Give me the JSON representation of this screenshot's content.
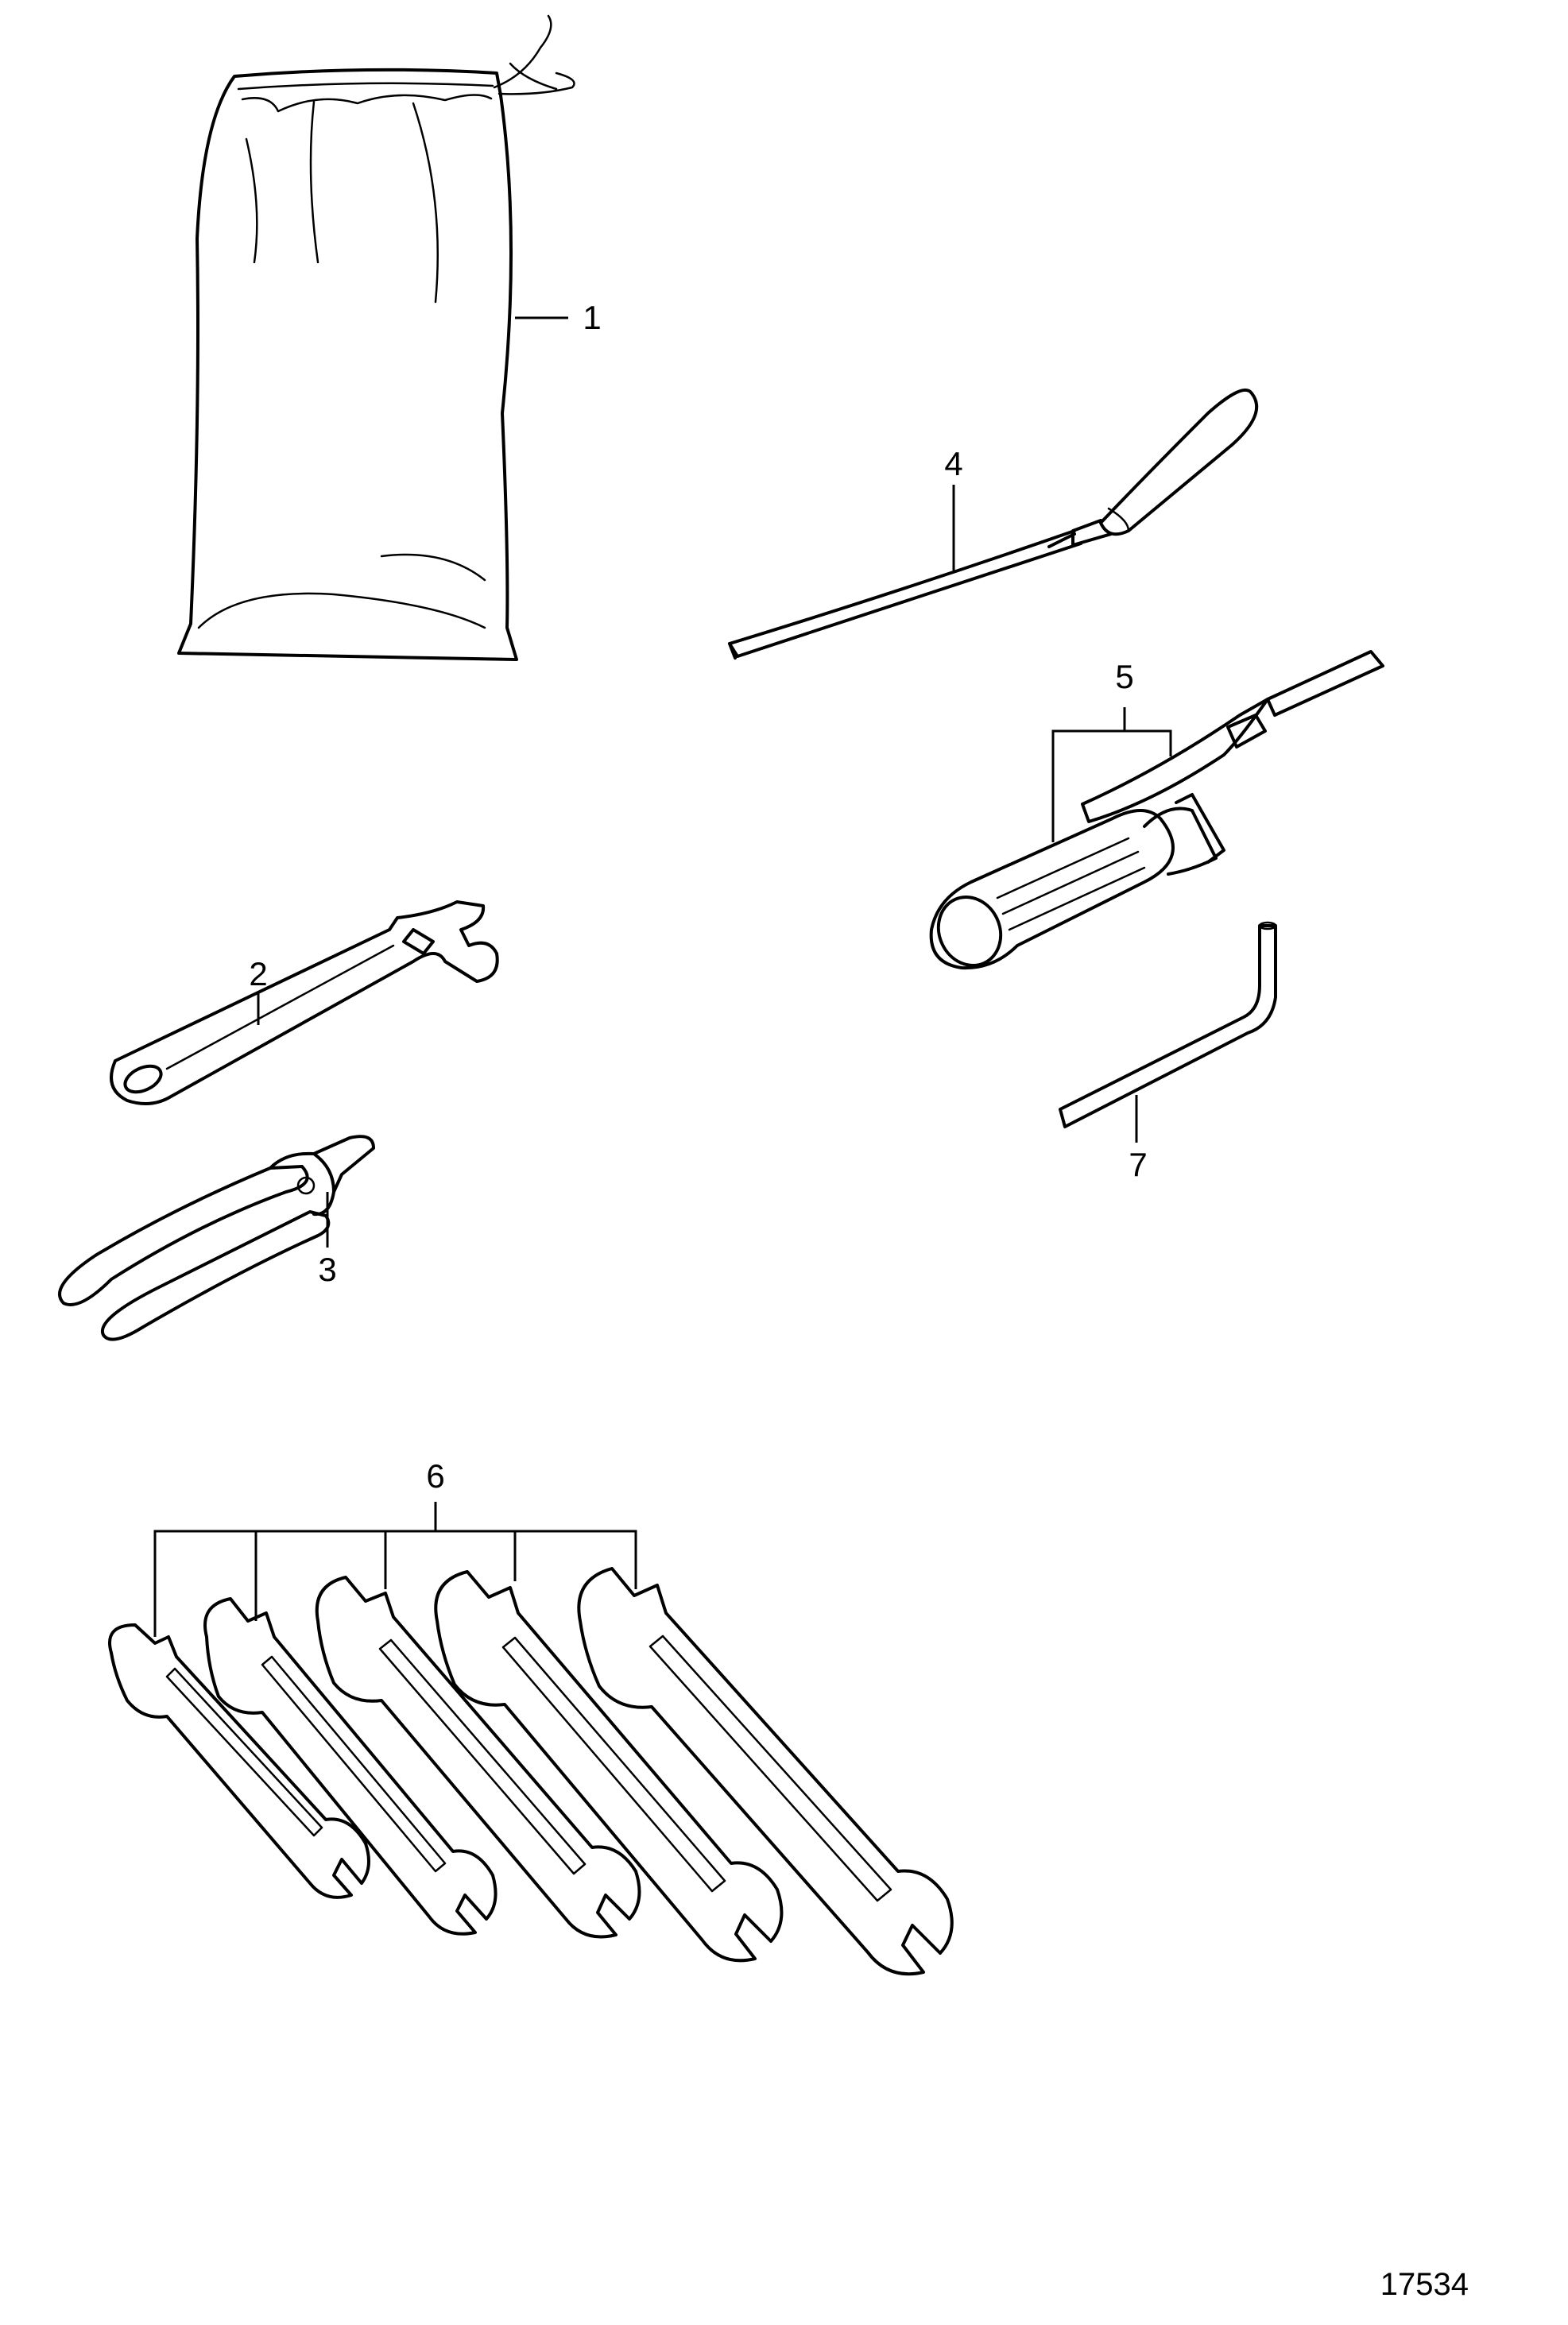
{
  "callouts": {
    "bag": "1",
    "adjustable_wrench": "2",
    "pliers": "3",
    "screwdriver": "4",
    "screwdriver_set": "5",
    "open_end_wrenches": "6",
    "hex_key": "7"
  },
  "reference_number": "17534"
}
